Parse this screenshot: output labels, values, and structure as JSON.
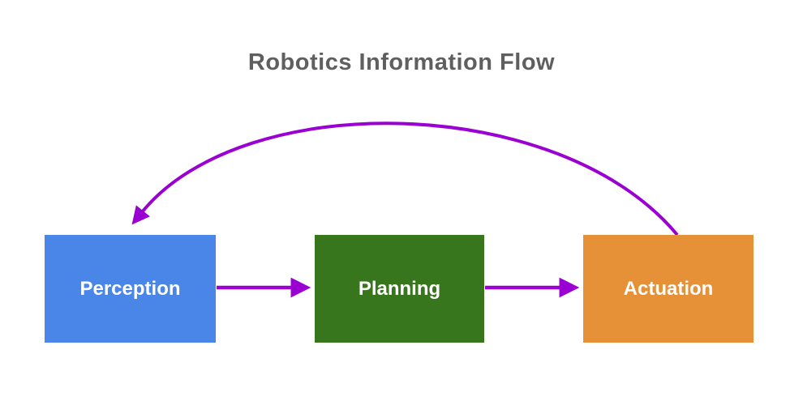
{
  "title": "Robotics Information Flow",
  "diagram": {
    "title_color": "#5F5F5F",
    "background": "#FFFFFF",
    "arrow_color": "#9B00D3",
    "nodes": [
      {
        "id": "perception",
        "label": "Perception",
        "fill": "#4A86E8",
        "text_color": "#FFFFFF"
      },
      {
        "id": "planning",
        "label": "Planning",
        "fill": "#38761D",
        "text_color": "#FFFFFF"
      },
      {
        "id": "actuation",
        "label": "Actuation",
        "fill": "#E69138",
        "text_color": "#FFFFFF"
      }
    ],
    "edges": [
      {
        "from": "Perception",
        "to": "Planning",
        "style": "straight"
      },
      {
        "from": "Planning",
        "to": "Actuation",
        "style": "straight"
      },
      {
        "from": "Actuation",
        "to": "Perception",
        "style": "curved-feedback"
      }
    ]
  }
}
